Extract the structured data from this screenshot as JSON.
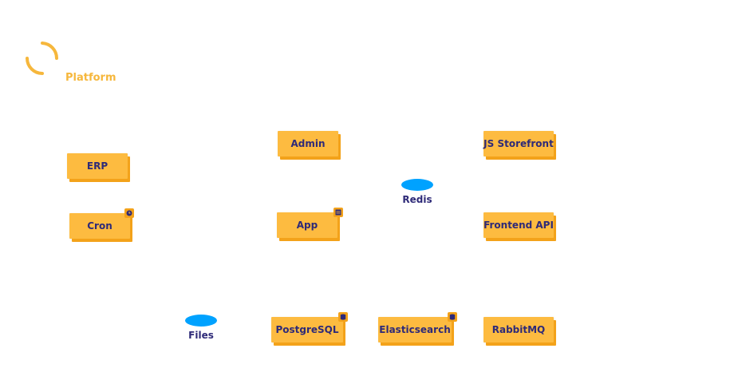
{
  "logo": {
    "text": "Platform",
    "icon": "ring-logo-icon",
    "color": "#f6b73c"
  },
  "colors": {
    "node_fill": "#fdbb40",
    "node_shadow": "#f3a21a",
    "text": "#2e2a78",
    "cache": "#00a2ff"
  },
  "nodes": {
    "admin": "Admin",
    "js_storefront": "JS Storefront",
    "erp": "ERP",
    "cron": "Cron",
    "app": "App",
    "frontend_api": "Frontend API",
    "postgresql": "PostgreSQL",
    "elasticsearch": "Elasticsearch",
    "rabbitmq": "RabbitMQ"
  },
  "stores": {
    "redis": "Redis",
    "files": "Files"
  },
  "badges": {
    "cron": "clock-icon",
    "app": "server-icon",
    "postgresql": "database-icon",
    "elasticsearch": "database-icon"
  }
}
